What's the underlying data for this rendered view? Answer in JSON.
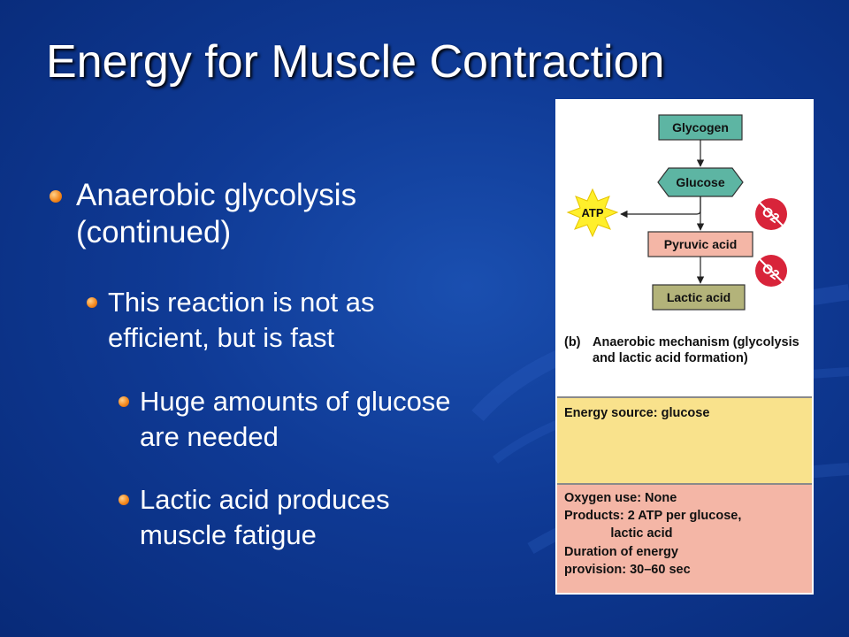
{
  "slide": {
    "title": "Energy for Muscle Contraction",
    "bullets": [
      {
        "level": 1,
        "text": "Anaerobic glycolysis (continued)"
      },
      {
        "level": 2,
        "text": "This reaction is not as efficient, but is fast"
      },
      {
        "level": 3,
        "text": "Huge amounts of glucose are needed"
      },
      {
        "level": 3,
        "text": "Lactic acid produces muscle fatigue"
      }
    ]
  },
  "figure": {
    "nodes": {
      "glycogen": "Glycogen",
      "glucose": "Glucose",
      "atp": "ATP",
      "pyruvic": "Pyruvic acid",
      "lactic": "Lactic acid"
    },
    "no_oxygen_symbol": "O2",
    "caption_tag": "(b)",
    "caption": "Anaerobic mechanism (glycolysis and lactic acid formation)",
    "energy_source": "Energy source: glucose",
    "details": [
      "Oxygen use: None",
      "Products: 2 ATP per glucose,",
      "             lactic acid",
      "Duration of energy",
      "provision: 30–60 sec"
    ]
  },
  "colors": {
    "background": "#0f3a95",
    "bullet_dot": "#f58a1f",
    "glycogen_box": "#5db5a3",
    "pyruvic_box": "#f4b6a6",
    "lactic_box": "#b3b37a",
    "atp_star": "#ffef2b",
    "no_o2": "#d8243a"
  }
}
